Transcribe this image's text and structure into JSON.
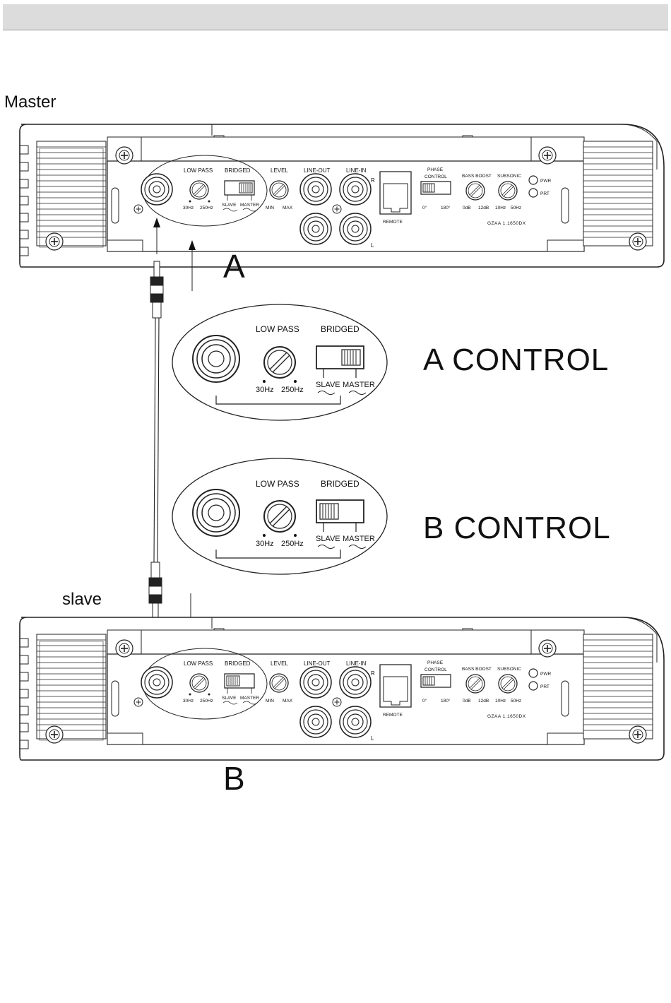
{
  "master_label": "Master",
  "slave_label": "slave",
  "amp_a_letter": "A",
  "amp_b_letter": "B",
  "a_control_title": "A CONTROL",
  "b_control_title": "B CONTROL",
  "amp_panel": {
    "low_pass": "LOW PASS",
    "bridged_small": "BRIDGED",
    "level": "LEVEL",
    "line_out": "LINE-OUT",
    "line_in": "LINE-IN",
    "phase_control_1": "PHASE",
    "phase_control_2": "CONTROL",
    "bass_boost": "BASS BOOST",
    "subsonic": "SUBSONIC",
    "pwr": "PWR",
    "prt": "PRT",
    "remote": "REMOTE",
    "model": "GZAA 1.1650DX",
    "hz30": "30Hz",
    "hz250": "250Hz",
    "min": "MIN",
    "max": "MAX",
    "slave": "SLAVE",
    "master": "MASTER",
    "deg0": "0°",
    "deg180": "180°",
    "db0": "0dB",
    "db12": "12dB",
    "hz10": "10Hz",
    "hz50": "50Hz",
    "r": "R",
    "l": "L"
  },
  "control_detail": {
    "low_pass": "LOW PASS",
    "bridged": "BRIDGED",
    "hz30": "30Hz",
    "hz250": "250Hz",
    "slave": "SLAVE",
    "master": "MASTER"
  },
  "switch_state": {
    "amp_a": "master",
    "amp_b": "slave"
  }
}
